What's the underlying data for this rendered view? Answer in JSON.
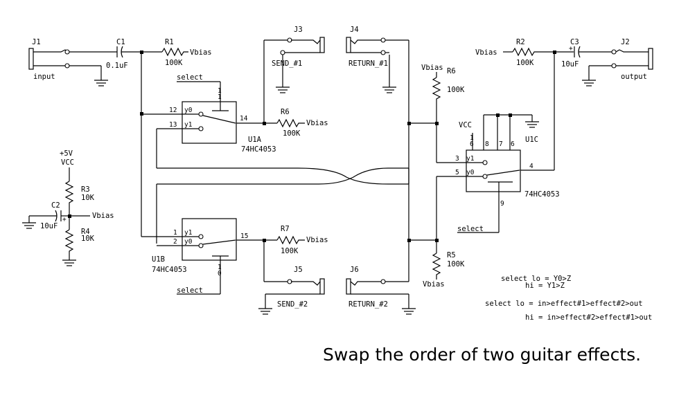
{
  "caption": "Swap the order of two guitar effects.",
  "labels": {
    "j1": "J1",
    "j2": "J2",
    "j3": "J3",
    "j4": "J4",
    "j5": "J5",
    "j6": "J6",
    "input": "input",
    "output": "output",
    "c1": "C1",
    "c1_value": "0.1uF",
    "c2": "C2",
    "c2_value": "10uF",
    "c3": "C3",
    "c3_value": "10uF",
    "r1": "R1",
    "r1_value": "100K",
    "r2": "R2",
    "r3": "R3",
    "r4": "R4",
    "r5": "R5",
    "r6": "R6",
    "r7": "R7",
    "r_value": "100K",
    "r_small": "10K",
    "vbias": "Vbias",
    "vcc": "VCC",
    "plus5v": "+5V",
    "select": "select",
    "u1a": "U1A",
    "u1b": "U1B",
    "u1c": "U1C",
    "part": "74HC4053",
    "send1": "SEND_#1",
    "send2": "SEND_#2",
    "return1": "RETURN_#1",
    "return2": "RETURN_#2"
  },
  "notes": {
    "lo_xy": "select lo = Y0>Z",
    "hi_xy": "hi = Y1>Z",
    "lo_chain": "select lo = in>effect#1>effect#2>out",
    "hi_chain": "hi = in>effect#2>effect#1>out"
  }
}
